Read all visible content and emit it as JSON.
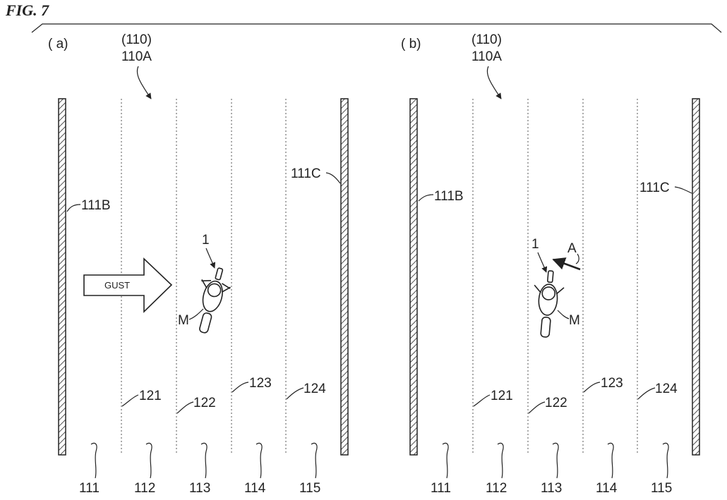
{
  "figure": {
    "title": "FIG. 7",
    "panels": [
      {
        "tag": "( a)",
        "ref_road": "(110)",
        "ref_area": "110A",
        "left_wall": "111B",
        "right_wall": "111C",
        "vehicle": "1",
        "rider": "M",
        "gust_label": "GUST",
        "boundary_labels": [
          "121",
          "122",
          "123",
          "124"
        ],
        "lane_labels": [
          "111",
          "112",
          "113",
          "114",
          "115"
        ]
      },
      {
        "tag": "( b)",
        "ref_road": "(110)",
        "ref_area": "110A",
        "left_wall": "111B",
        "right_wall": "111C",
        "vehicle": "1",
        "rider": "M",
        "direction_label": "A",
        "boundary_labels": [
          "121",
          "122",
          "123",
          "124"
        ],
        "lane_labels": [
          "111",
          "112",
          "113",
          "114",
          "115"
        ]
      }
    ]
  }
}
